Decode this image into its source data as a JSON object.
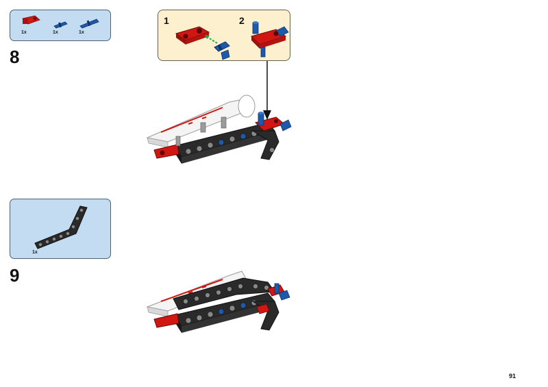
{
  "step8": {
    "number": "8",
    "parts": [
      {
        "qty": "1x",
        "icon": "red-connector-icon"
      },
      {
        "qty": "1x",
        "icon": "blue-pin-short-icon"
      },
      {
        "qty": "1x",
        "icon": "blue-axle-pin-icon"
      }
    ],
    "callout": {
      "sub1": "1",
      "sub2": "2"
    }
  },
  "step9": {
    "number": "9",
    "parts": [
      {
        "qty": "1x",
        "icon": "black-angled-beam-icon"
      }
    ]
  },
  "page": {
    "number": "91"
  },
  "colors": {
    "parts_bg": "#c3dcf2",
    "callout_bg": "#fdf0ce",
    "brick_red": "#d01712",
    "brick_blue": "#1e5aa8",
    "brick_black": "#2a2a2a"
  }
}
